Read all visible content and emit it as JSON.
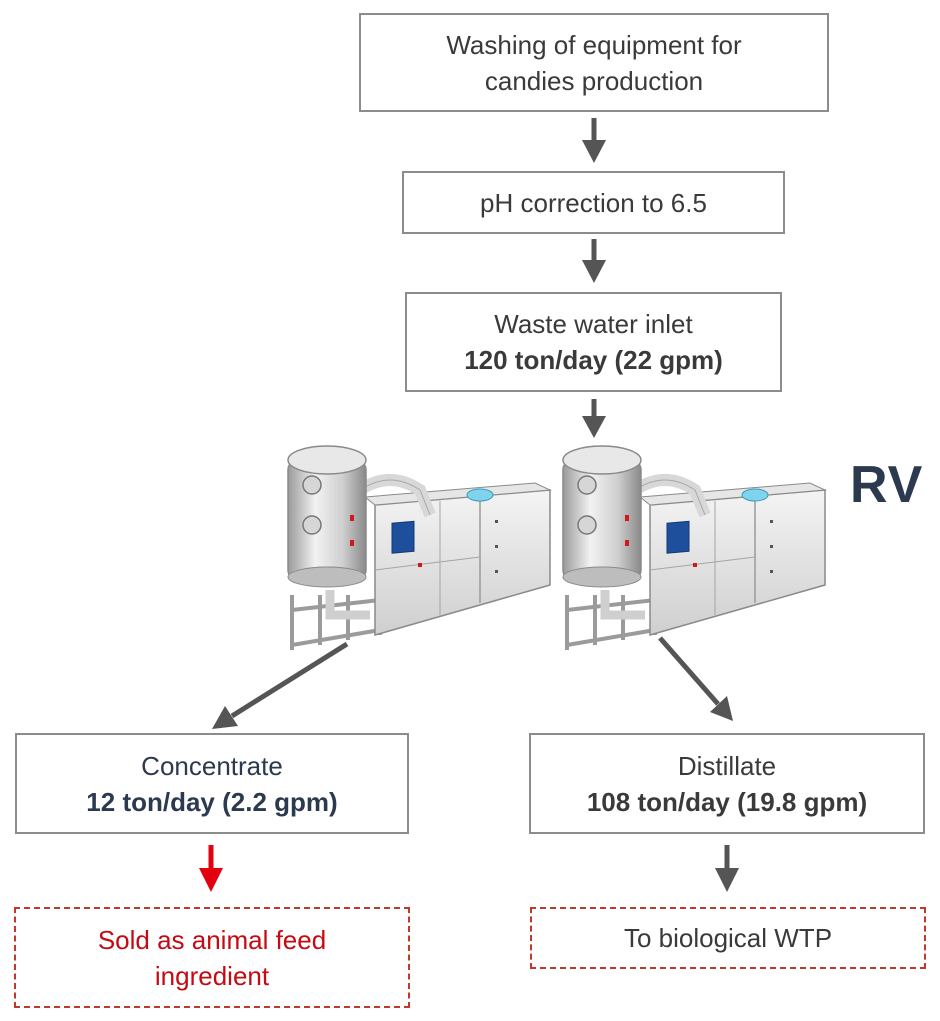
{
  "steps": {
    "washing": "Washing of equipment for candies production",
    "ph": "pH correction to 6.5",
    "inlet_label": "Waste water inlet",
    "inlet_flow": "120 ton/day (22 gpm)"
  },
  "machine_label": "RV",
  "outputs": {
    "concentrate_label": "Concentrate",
    "concentrate_flow": "12 ton/day (2.2 gpm)",
    "distillate_label": "Distillate",
    "distillate_flow": "108 ton/day (19.8 gpm)"
  },
  "destinations": {
    "concentrate_dest": "Sold as animal feed ingredient",
    "distillate_dest": "To biological WTP"
  },
  "colors": {
    "arrow_gray": "#555555",
    "arrow_red": "#e3000f",
    "navy": "#2c3a4f",
    "dashed_red": "#c0392b"
  }
}
